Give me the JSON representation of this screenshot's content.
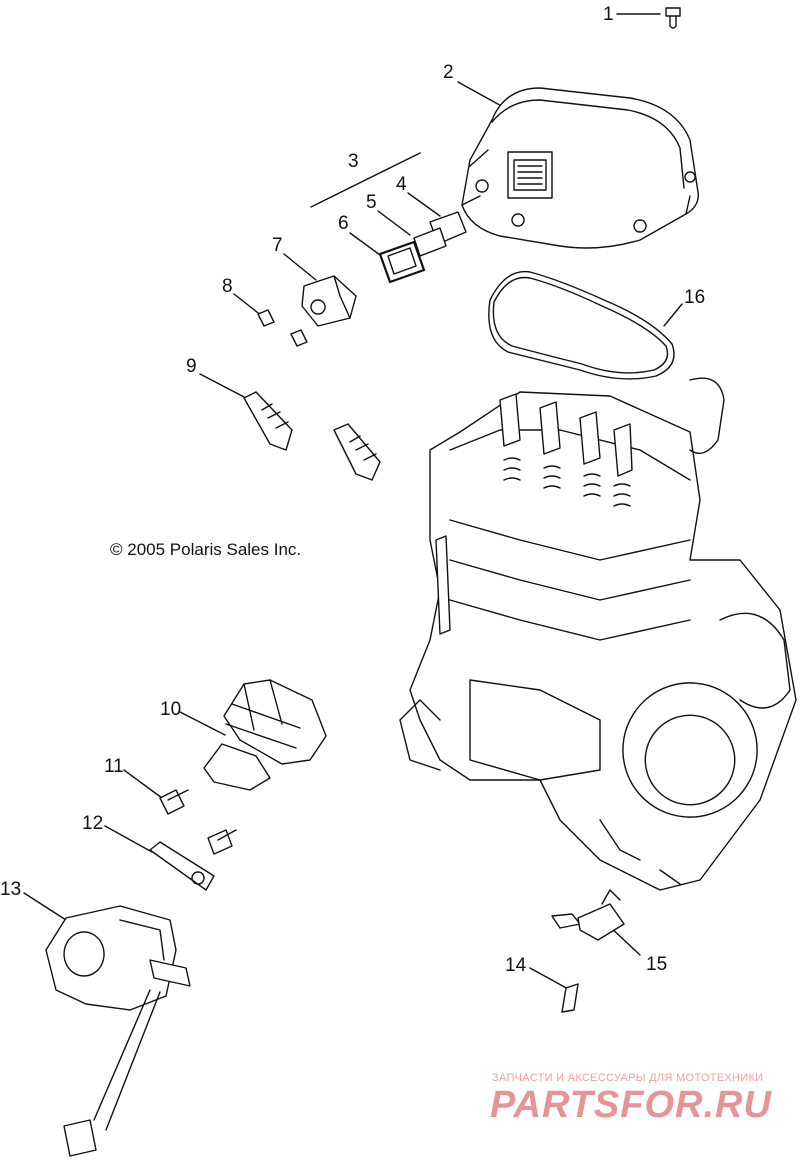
{
  "callouts": {
    "c1": "1",
    "c2": "2",
    "c3": "3",
    "c4": "4",
    "c5": "5",
    "c6": "6",
    "c7": "7",
    "c8": "8",
    "c9": "9",
    "c10": "10",
    "c11": "11",
    "c12": "12",
    "c13": "13",
    "c14": "14",
    "c15": "15",
    "c16": "16"
  },
  "copyright": "© 2005 Polaris Sales Inc.",
  "watermark": {
    "tagline": "ЗАПЧАСТИ И АКСЕССУАРЫ ДЛЯ МОТОТЕХНИКИ",
    "logo": "PARTSFOR.RU"
  }
}
